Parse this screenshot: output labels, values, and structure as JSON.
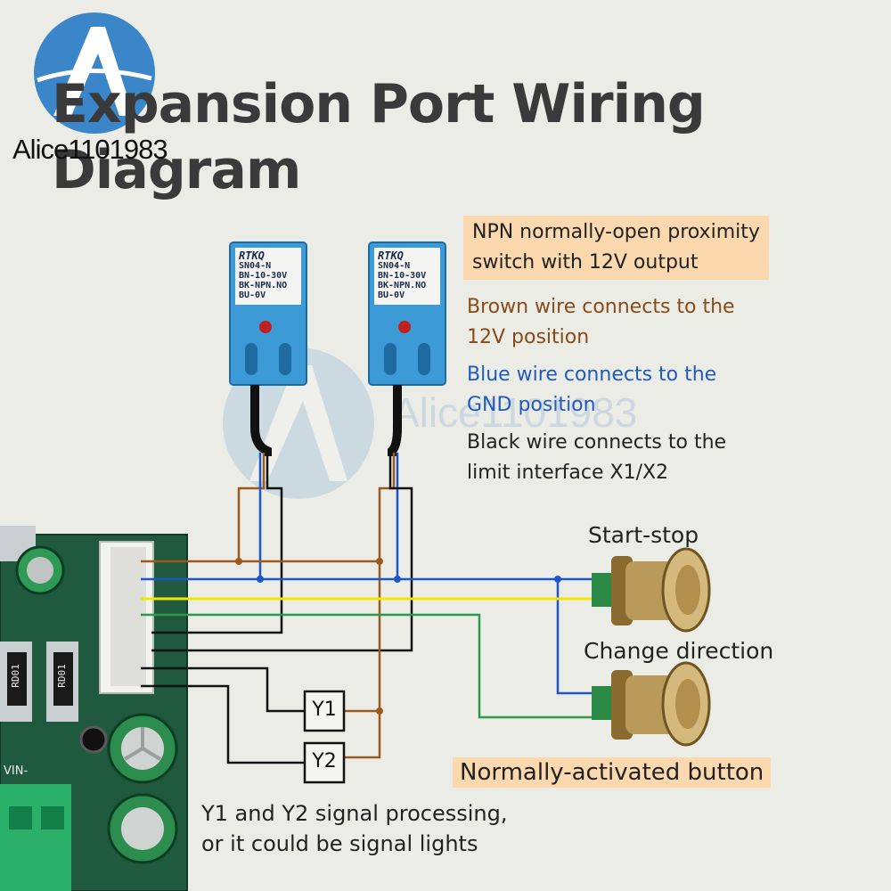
{
  "title": "Expansion Port Wiring Diagram",
  "watermark": "Alice1101983",
  "watermark_center": "Alice1101983",
  "sensor": {
    "brand": "RTKQ",
    "model": "SN04-N",
    "line1": "BN-10-30V",
    "line2": "BK-NPN.NO",
    "line3": "BU-0V"
  },
  "notes": {
    "npn": [
      "NPN normally-open proximity",
      "switch with 12V output"
    ],
    "brown": [
      "Brown wire connects to the",
      "12V position"
    ],
    "blue": [
      "Blue wire connects to the",
      "GND position"
    ],
    "black": [
      "Black wire connects to the",
      "limit interface X1/X2"
    ]
  },
  "buttons": {
    "start_stop": "Start-stop",
    "change_direction": "Change direction",
    "normally_activated": "Normally-activated button"
  },
  "outputs": {
    "y1": "Y1",
    "y2": "Y2"
  },
  "footer": [
    "Y1 and Y2 signal processing,",
    "or it could be signal lights"
  ],
  "board": {
    "rd1": "RD01",
    "rd2": "RD01",
    "vin": "VIN-"
  },
  "colors": {
    "brown": "#9a5a1e",
    "blue": "#1c56c8",
    "yellow": "#f2e600",
    "green": "#2c9a4a",
    "black": "#111111",
    "sensor_blue": "#3c9ad6",
    "highlight": "#fbd8ae",
    "title": "#3a3a3a",
    "brown_text": "#8a4a16",
    "blue_text": "#1f5bbf"
  }
}
